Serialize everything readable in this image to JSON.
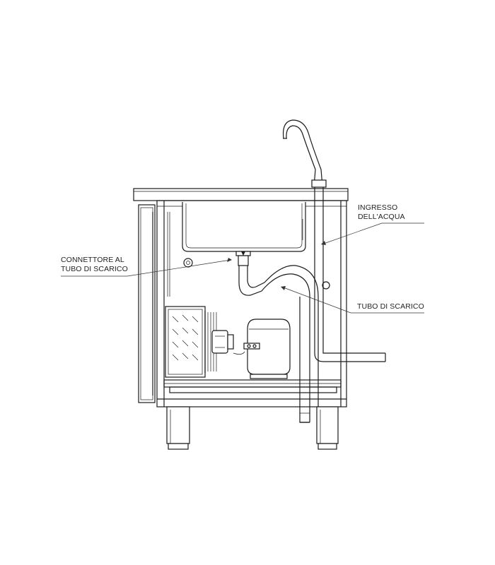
{
  "labels": {
    "connettore_line1": "CONNETTORE AL",
    "connettore_line2": "TUBO DI SCARICO",
    "ingresso_line1": "INGRESSO",
    "ingresso_line2": "DELL'ACQUA",
    "tubo_scarico": "TUBO DI SCARICO"
  }
}
